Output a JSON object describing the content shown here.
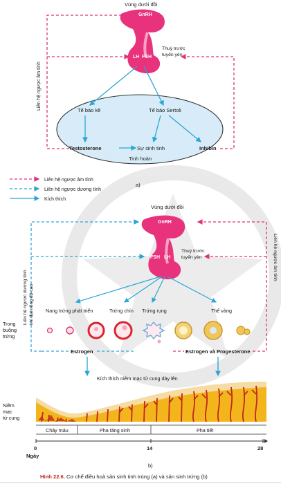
{
  "colors": {
    "negative": "#e0307a",
    "positive": "#2aa6d6",
    "stimulate": "#2aa6d6",
    "gland": "#e8327c",
    "testis_fill": "#d7ecf8",
    "endometrium": "#f2b61c",
    "vessel": "#c0271c"
  },
  "a": {
    "hypothalamus": "Vùng dưới đồi",
    "gnrh": "GnRH",
    "lh": "LH",
    "fsh": "FSH",
    "pituitary": "Thuỳ trước tuyến yên",
    "feedback_label": "Liên hệ ngược âm tính",
    "leydig": "Tế bào kẽ",
    "sertoli": "Tế bào Sertoli",
    "testosterone": "Testosterone",
    "spermatogenesis": "Sự sinh tinh",
    "inhibin": "Inhibin",
    "testis": "Tinh hoàn",
    "label": "a)"
  },
  "legend": {
    "negative": "Liên hệ ngược âm tính",
    "positive": "Liên hệ ngược dương tính",
    "stimulate": "Kích thích"
  },
  "b": {
    "hypothalamus": "Vùng dưới đồi",
    "gnrh": "GnRH",
    "fsh": "FSH",
    "lh": "LH",
    "pituitary": "Thuỳ trước tuyến yên",
    "left_feedback": "Liên hệ ngược dương tính khi đạt nồng độ cao",
    "right_feedback": "Liên hệ ngược âm tính",
    "follicle_dev": "Nang trứng phát triển",
    "follicle_mature": "Trứng chín",
    "ovulation": "Trứng rụng",
    "corpus_luteum": "Thể vàng",
    "in_ovary": "Trong buồng trứng",
    "estrogen": "Estrogen",
    "estrogen_progesterone": "Estrogen và Progesterone",
    "stimulate_thick": "Kích thích niêm mạc tử cung dày lên",
    "endometrium": "Niêm mạc tử cung",
    "phase_menses": "Chảy máu",
    "phase_prolif": "Pha tăng sinh",
    "phase_secretory": "Pha tiết",
    "day_label": "Ngày",
    "days": [
      "0",
      "14",
      "28"
    ],
    "label": "b)"
  },
  "caption": {
    "prefix": "Hình 22.6.",
    "text": " Cơ chế điều hoà sản sinh tinh trùng (a) và sản sinh trứng (b)"
  }
}
